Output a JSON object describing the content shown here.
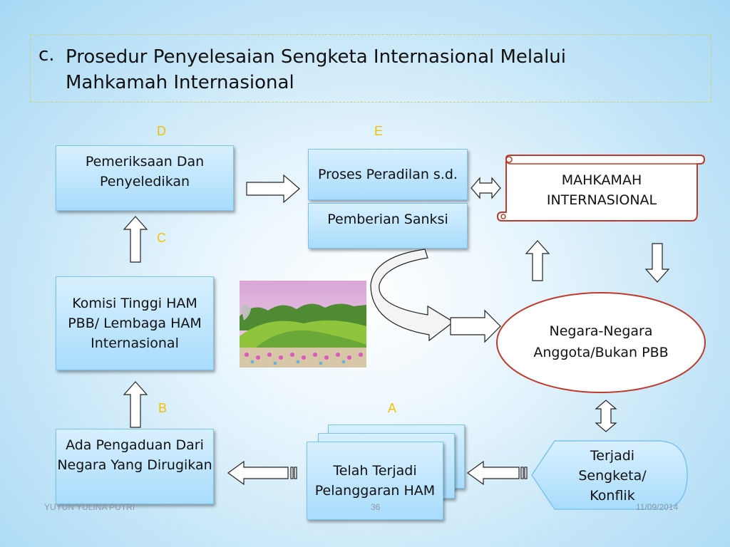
{
  "title": {
    "letter": "c.",
    "line1": "Prosedur Penyelesaian Sengketa Internasional Melalui",
    "line2": "Mahkamah Internasional"
  },
  "labels": {
    "d": "D",
    "e": "E",
    "c": "C",
    "b": "B",
    "a": "A"
  },
  "boxes": {
    "pemeriksaan": "Pemeriksaan Dan Penyeledikan",
    "proses": "Proses Peradilan s.d.",
    "sanksi": "Pemberian Sanksi",
    "mahkamah": "MAHKAMAH INTERNASIONAL",
    "komisi": "Komisi Tinggi HAM PBB/ Lembaga HAM Internasional",
    "negara": "Negara-Negara Anggota/Bukan PBB",
    "pengaduan": "Ada Pengaduan Dari Negara Yang Dirugikan",
    "pelanggaran": "Telah Terjadi Pelanggaran HAM",
    "sengketa": "Terjadi Sengketa/ Konflik"
  },
  "footer": {
    "author": "YUYUN YULINA PUTRI",
    "page": "36",
    "date": "11/09/2014"
  },
  "colors": {
    "box_fill_top": "#d8f0ff",
    "box_fill_bottom": "#a9dcfb",
    "label": "#f2c200",
    "scroll_border": "#c0392b",
    "ellipse_border": "#c0392b"
  }
}
